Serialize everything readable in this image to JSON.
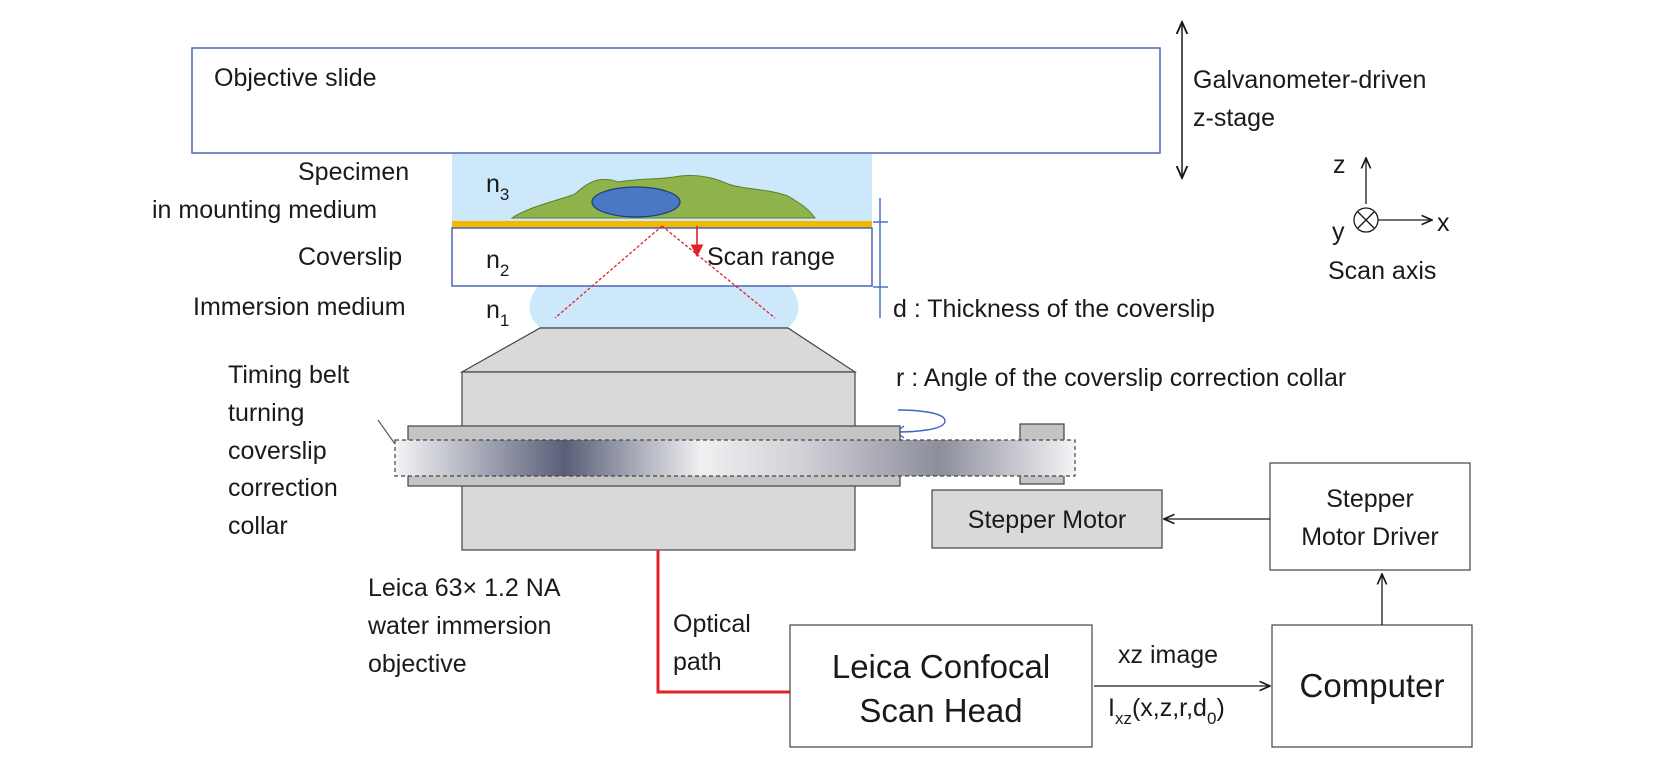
{
  "labels": {
    "objective_slide": "Objective slide",
    "galvo_line1": "Galvanometer-driven",
    "galvo_line2": "z-stage",
    "specimen_line1": "Specimen",
    "specimen_line2": "in mounting medium",
    "coverslip": "Coverslip",
    "immersion_medium": "Immersion medium",
    "n_base": "n",
    "n1_sub": "1",
    "n2_sub": "2",
    "n3_sub": "3",
    "scan_range": "Scan range",
    "thickness": "d : Thickness of the coverslip",
    "collar_angle": "r : Angle of the coverslip correction collar",
    "timing_belt": [
      "Timing belt",
      "turning",
      "coverslip",
      "correction",
      "collar"
    ],
    "objective": [
      "Leica 63× 1.2 NA",
      "water immersion",
      "objective"
    ],
    "optical_path": [
      "Optical",
      "path"
    ],
    "stepper_motor": "Stepper Motor",
    "stepper_driver": [
      "Stepper",
      "Motor Driver"
    ],
    "scan_head": [
      "Leica Confocal",
      "Scan Head"
    ],
    "computer": "Computer",
    "xz_image": "xz image",
    "ixz_main": "I",
    "ixz_sub": "xz",
    "ixz_args": "(x,z,r,d",
    "ixz_d_sub": "0",
    "ixz_close": ")",
    "axis_z": "z",
    "axis_y": "y",
    "axis_x": "x",
    "scan_axis": "Scan axis"
  },
  "colors": {
    "medium_blue": "#cde8fa",
    "specimen_green": "#8db34a",
    "nucleus_blue": "#4a78c4",
    "coverslip_yellow": "#f5b800",
    "optical_red": "#e0202a",
    "slide_border": "#4a66b8",
    "gray_fill": "#d9d9d9",
    "dim_blue": "#3b66c4"
  }
}
